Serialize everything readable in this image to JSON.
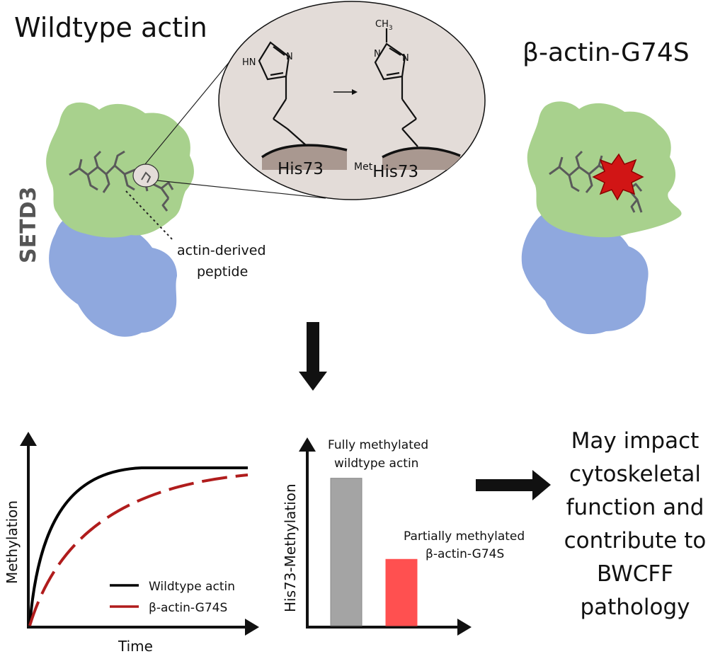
{
  "titles": {
    "wildtype": "Wildtype actin",
    "mutant": "β-actin-G74S"
  },
  "labels": {
    "protein": "SETD3",
    "peptide_line1": "actin-derived",
    "peptide_line2": "peptide",
    "residue_before": "His73",
    "residue_after_prefix": "Met",
    "residue_after": "His73",
    "nh": "HN",
    "n1": "N",
    "n2": "N",
    "n3": "N",
    "ch3": "CH",
    "ch3_sub": "3"
  },
  "kinetics_plot": {
    "xlabel": "Time",
    "ylabel": "Methylation",
    "legend": [
      "Wildtype actin",
      "β-actin-G74S"
    ],
    "legend_position": "bottom-right",
    "colors": {
      "wildtype": "#000000",
      "mutant": "#b01c1c"
    }
  },
  "bar_plot": {
    "ylabel": "His73-Methylation",
    "bar1_label_line1": "Fully methylated",
    "bar1_label_line2": "wildtype actin",
    "bar2_label_line1": "Partially methylated",
    "bar2_label_line2": "β-actin-G74S",
    "colors": {
      "wildtype": "#a4a4a4",
      "mutant": "#ff5050"
    }
  },
  "chart_data": {
    "type": "bar",
    "categories": [
      "wildtype actin",
      "β-actin-G74S"
    ],
    "values": [
      1.0,
      0.45
    ],
    "ylabel": "His73-Methylation",
    "ylim": [
      0,
      1.2
    ]
  },
  "conclusion": {
    "lines": [
      "May impact",
      "cytoskeletal",
      "function and",
      "contribute to",
      "BWCFF",
      "pathology"
    ]
  }
}
